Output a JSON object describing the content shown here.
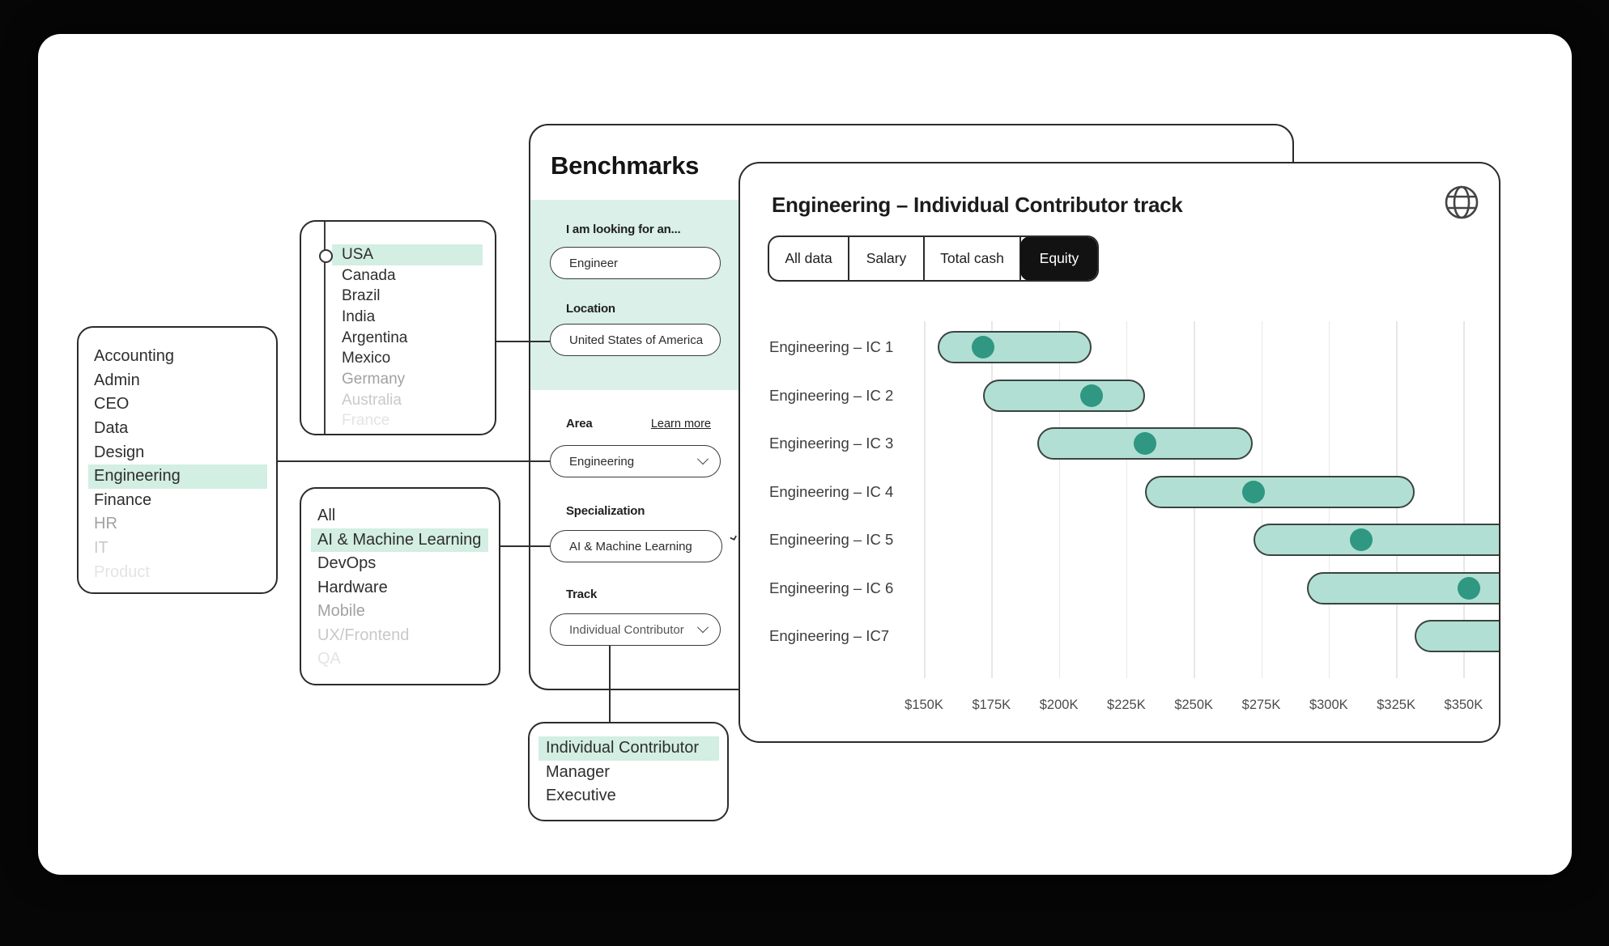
{
  "colors": {
    "page_bg": "#060606",
    "card_bg": "#ffffff",
    "mint_band": "#daf0e8",
    "mint_highlight": "#d3eee3",
    "bar_fill": "#b2dfd3",
    "bar_border": "#3a4442",
    "dot": "#2f9782",
    "panel_border": "#2b2b2b",
    "active_tab_bg": "#121212"
  },
  "dept_panel": {
    "items": [
      {
        "label": "Accounting",
        "state": "normal"
      },
      {
        "label": "Admin",
        "state": "normal"
      },
      {
        "label": "CEO",
        "state": "normal"
      },
      {
        "label": "Data",
        "state": "normal"
      },
      {
        "label": "Design",
        "state": "normal"
      },
      {
        "label": "Engineering",
        "state": "selected"
      },
      {
        "label": "Finance",
        "state": "normal"
      },
      {
        "label": "HR",
        "state": "muted-1"
      },
      {
        "label": "IT",
        "state": "muted-2"
      },
      {
        "label": "Product",
        "state": "muted-3"
      }
    ]
  },
  "country_panel": {
    "items": [
      {
        "label": "USA",
        "state": "selected"
      },
      {
        "label": "Canada",
        "state": "normal"
      },
      {
        "label": "Brazil",
        "state": "normal"
      },
      {
        "label": "India",
        "state": "normal"
      },
      {
        "label": "Argentina",
        "state": "normal"
      },
      {
        "label": "Mexico",
        "state": "normal"
      },
      {
        "label": "Germany",
        "state": "muted-1"
      },
      {
        "label": "Australia",
        "state": "muted-2"
      },
      {
        "label": "France",
        "state": "muted-3"
      }
    ]
  },
  "spec_panel": {
    "items": [
      {
        "label": "All",
        "state": "normal"
      },
      {
        "label": "AI & Machine Learning",
        "state": "selected"
      },
      {
        "label": "DevOps",
        "state": "normal"
      },
      {
        "label": "Hardware",
        "state": "normal"
      },
      {
        "label": "Mobile",
        "state": "muted-1"
      },
      {
        "label": "UX/Frontend",
        "state": "muted-2"
      },
      {
        "label": "QA",
        "state": "muted-3"
      }
    ]
  },
  "track_panel": {
    "items": [
      {
        "label": "Individual Contributor",
        "state": "selected"
      },
      {
        "label": "Manager",
        "state": "normal"
      },
      {
        "label": "Executive",
        "state": "normal"
      }
    ]
  },
  "benchmarks": {
    "title": "Benchmarks",
    "looking_for": {
      "label": "I am looking for an...",
      "value": "Engineer"
    },
    "location": {
      "label": "Location",
      "value": "United States of America"
    },
    "area": {
      "label": "Area",
      "link": "Learn more",
      "value": "Engineering"
    },
    "specialization": {
      "label": "Specialization",
      "value": "AI & Machine Learning"
    },
    "track": {
      "label": "Track",
      "value": "Individual Contributor"
    }
  },
  "chart": {
    "title": "Engineering – Individual Contributor track",
    "tabs": [
      {
        "label": "All data",
        "active": false
      },
      {
        "label": "Salary",
        "active": false
      },
      {
        "label": "Total cash",
        "active": false
      },
      {
        "label": "Equity",
        "active": true
      }
    ]
  },
  "chart_data": {
    "type": "range-dot-bar",
    "orientation": "horizontal",
    "title": "Engineering – Individual Contributor track",
    "active_metric": "Equity",
    "unit": "USD thousands",
    "grid": true,
    "legend": false,
    "x_axis": {
      "ticks": [
        "$150K",
        "$175K",
        "$200K",
        "$225K",
        "$250K",
        "$275K",
        "$300K",
        "$325K",
        "$350K"
      ],
      "values": [
        150,
        175,
        200,
        225,
        250,
        275,
        300,
        325,
        350
      ],
      "min": 150,
      "max": 350
    },
    "rows": [
      {
        "label": "Engineering – IC 1",
        "min": 155,
        "dot": 172,
        "max": 212,
        "clipped": false
      },
      {
        "label": "Engineering – IC 2",
        "min": 172,
        "dot": 212,
        "max": 232,
        "clipped": false
      },
      {
        "label": "Engineering – IC 3",
        "min": 192,
        "dot": 232,
        "max": 272,
        "clipped": false
      },
      {
        "label": "Engineering – IC 4",
        "min": 232,
        "dot": 272,
        "max": 332,
        "clipped": false
      },
      {
        "label": "Engineering – IC 5",
        "min": 272,
        "dot": 312,
        "max": 375,
        "clipped": true
      },
      {
        "label": "Engineering – IC 6",
        "min": 292,
        "dot": 352,
        "max": 375,
        "clipped": true
      },
      {
        "label": "Engineering – IC7",
        "min": 332,
        "dot": null,
        "max": 375,
        "clipped": true
      }
    ]
  }
}
